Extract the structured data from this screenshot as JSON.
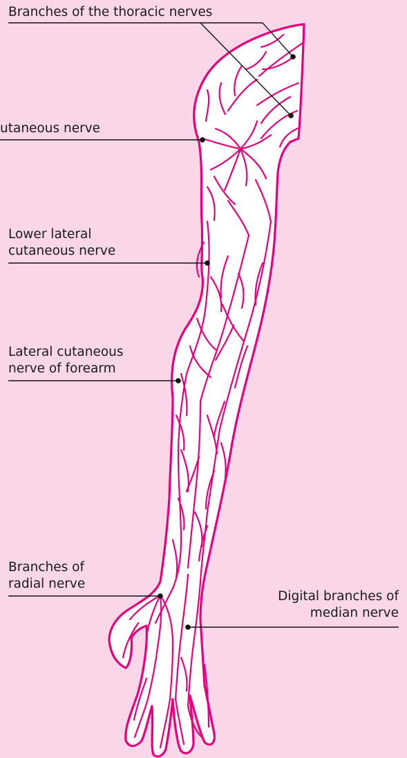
{
  "labels": {
    "thoracic": "Branches of the thoracic nerves",
    "upper_cutaneous": "utaneous nerve",
    "lower_lateral": [
      "Lower lateral",
      "cutaneous nerve"
    ],
    "lateral_forearm": [
      "Lateral cutaneous",
      "nerve of forearm"
    ],
    "radial": [
      "Branches of",
      "radial nerve"
    ],
    "digital_median": [
      "Digital branches of",
      "median nerve"
    ]
  },
  "colors": {
    "background": "#f9d6e8",
    "nerve": "#e6007e",
    "skin": "#ffffff",
    "leader": "#111111"
  }
}
